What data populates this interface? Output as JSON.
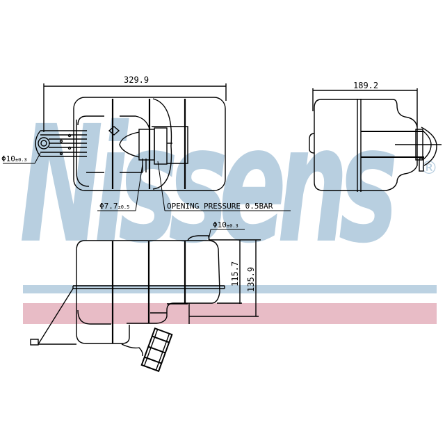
{
  "brand": {
    "watermark_text": "Nissens",
    "registered_mark": "®",
    "watermark_color": "#b8cfe0",
    "stripe_colors": {
      "blue": "#bcd2e2",
      "pink": "#e8bcc6"
    }
  },
  "top_view": {
    "width_dimension": "329.9",
    "inlet_diameter": {
      "main": "Φ10",
      "tolerance": "±0.3"
    },
    "outlet_diameter": {
      "main": "Φ7.7",
      "tolerance": "±0.5"
    },
    "cap_note": "OPENING PRESSURE 0.5BAR"
  },
  "side_view": {
    "depth_dimension": "189.2"
  },
  "front_view": {
    "port_diameter": {
      "main": "Φ10",
      "tolerance": "±0.3"
    },
    "height_inner": "115.7",
    "height_outer": "135.9"
  }
}
